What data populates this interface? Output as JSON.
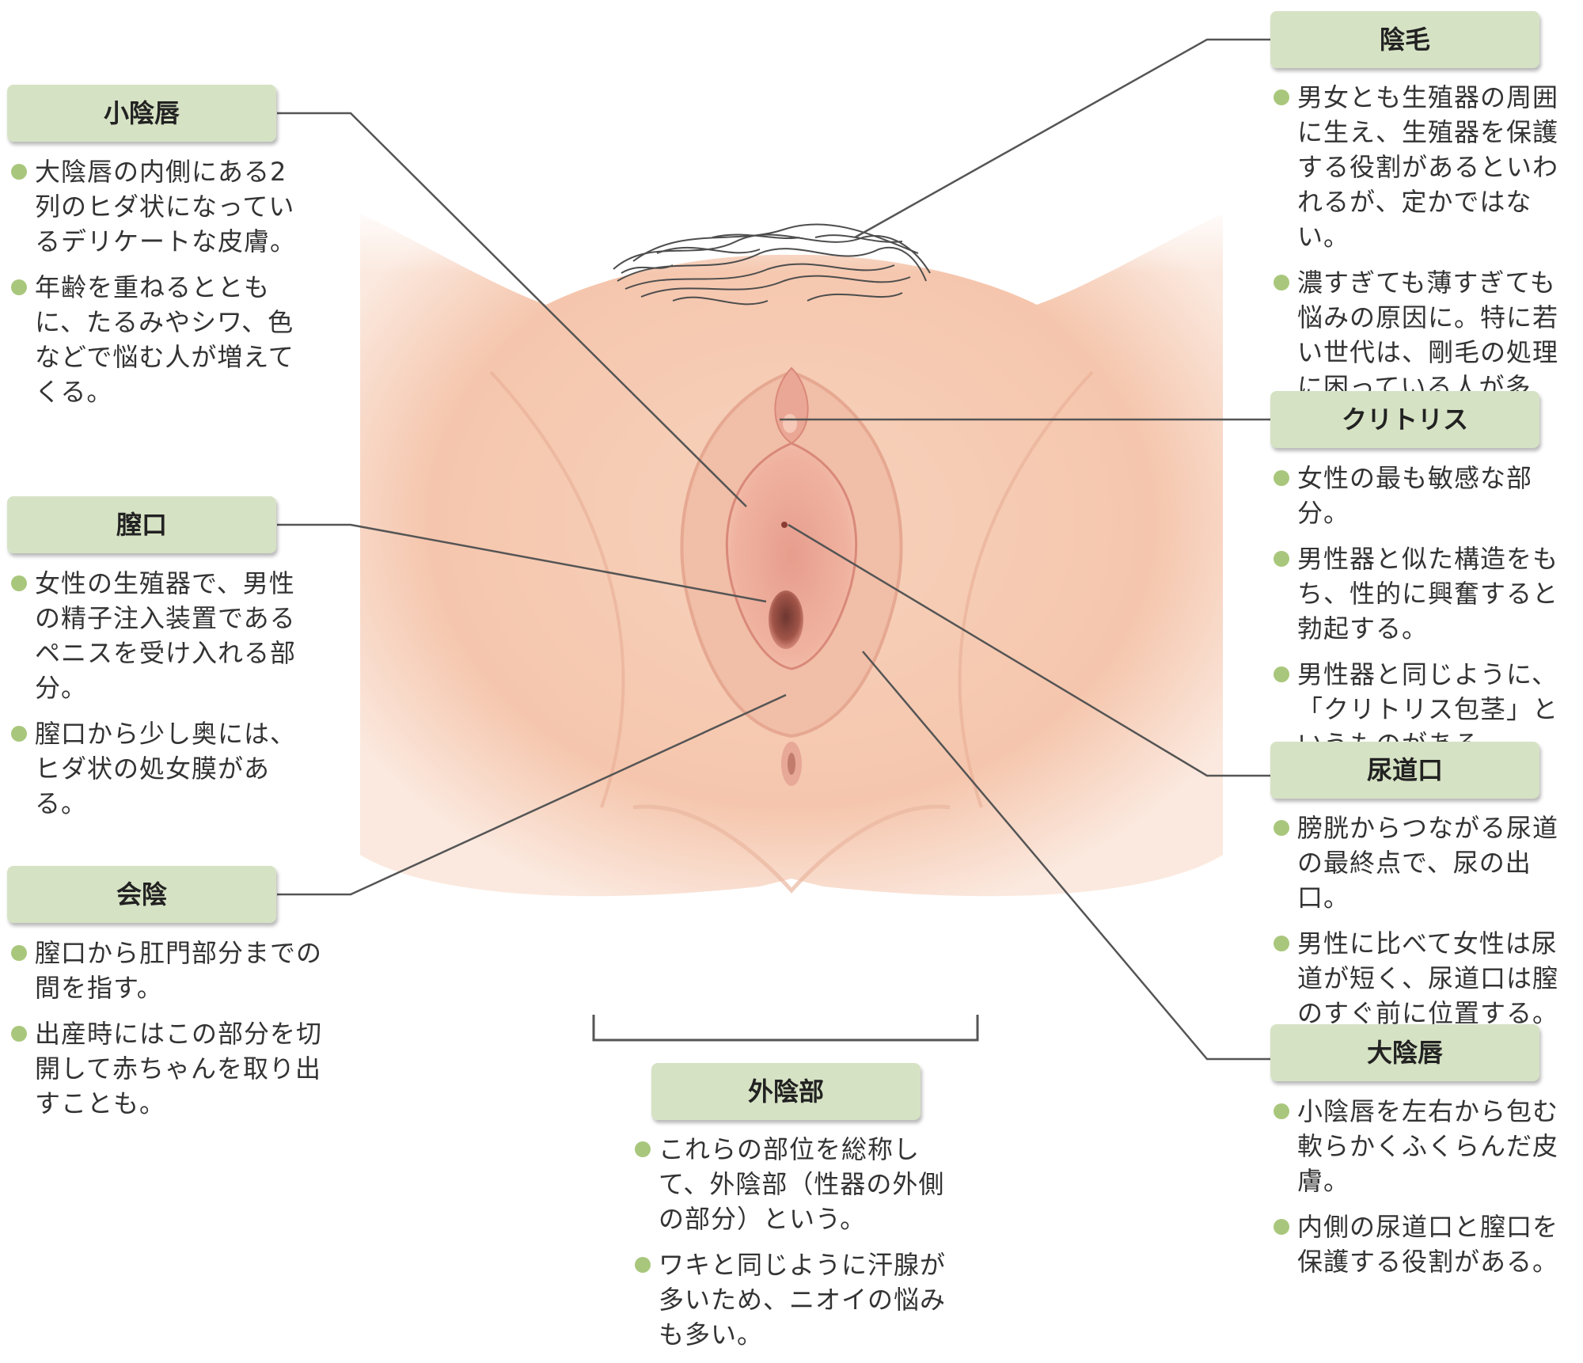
{
  "theme": {
    "label_bg": "#d6e2c4",
    "bullet": "#a9c77c",
    "leader_line": "#555555",
    "skin": "#f5c8b0"
  },
  "labels": {
    "labia_minora": {
      "title": "小陰唇",
      "notes": [
        "大陰唇の内側にある2列のヒダ状になっているデリケートな皮膚。",
        "年齢を重ねるとともに、たるみやシワ、色などで悩む人が増えてくる。"
      ]
    },
    "vaginal_opening": {
      "title": "膣口",
      "notes": [
        "女性の生殖器で、男性の精子注入装置であるペニスを受け入れる部分。",
        "膣口から少し奥には、ヒダ状の処女膜がある。"
      ]
    },
    "perineum": {
      "title": "会陰",
      "notes": [
        "膣口から肛門部分までの間を指す。",
        "出産時にはこの部分を切開して赤ちゃんを取り出すことも。"
      ]
    },
    "vulva": {
      "title": "外陰部",
      "notes": [
        "これらの部位を総称して、外陰部（性器の外側の部分）という。",
        "ワキと同じように汗腺が多いため、ニオイの悩みも多い。"
      ]
    },
    "pubic_hair": {
      "title": "陰毛",
      "notes": [
        "男女とも生殖器の周囲に生え、生殖器を保護する役割があるといわれるが、定かではない。",
        "濃すぎても薄すぎても悩みの原因に。特に若い世代は、剛毛の処理に困っている人が多い。"
      ]
    },
    "clitoris": {
      "title": "クリトリス",
      "notes": [
        "女性の最も敏感な部分。",
        "男性器と似た構造をもち、性的に興奮すると勃起する。",
        "男性器と同じように、「クリトリス包茎」というものがある。"
      ]
    },
    "urethral_opening": {
      "title": "尿道口",
      "notes": [
        "膀胱からつながる尿道の最終点で、尿の出口。",
        "男性に比べて女性は尿道が短く、尿道口は膣のすぐ前に位置する。"
      ]
    },
    "labia_majora": {
      "title": "大陰唇",
      "notes": [
        "小陰唇を左右から包む軟らかくふくらんだ皮膚。",
        "内側の尿道口と膣口を保護する役割がある。"
      ]
    }
  }
}
